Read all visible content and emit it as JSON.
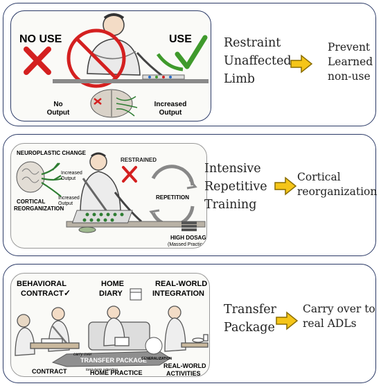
{
  "panels": [
    {
      "illustration": {
        "no_use": "NO USE",
        "use": "USE",
        "no_output_line1": "No",
        "no_output_line2": "Output",
        "increased_output_line1": "Increased",
        "increased_output_line2": "Output"
      },
      "mechanism": [
        "Restraint",
        "Unaffected",
        "Limb"
      ],
      "outcome": [
        "Prevent",
        "Learned",
        "non-use"
      ]
    },
    {
      "illustration": {
        "neuroplastic_change": "NEUROPLASTIC CHANGE",
        "increased_output_a_1": "Increased",
        "increased_output_a_2": "Output",
        "increased_output_b_1": "Increased",
        "increased_output_b_2": "Output",
        "cortical_1": "CORTICAL",
        "cortical_2": "REORGANIZATION",
        "restrained": "RESTRAINED",
        "repetition": "REPETITION",
        "high_dosage": "HIGH DOSAGE",
        "massed_practice": "(Massed Practice)"
      },
      "mechanism": [
        "Intensive",
        "Repetitive",
        "Training"
      ],
      "outcome": [
        "Cortical",
        "reorganization"
      ]
    },
    {
      "illustration": {
        "behavioral": "BEHAVIORAL",
        "contract": "CONTRACT",
        "checkmark": "✓",
        "home": "HOME",
        "diary": "DIARY",
        "real_world": "REAL-WORLD",
        "integration": "INTEGRATION",
        "carry_over": "carry over",
        "transfer_package": "TRANSFER PACKAGE",
        "long_term_retention": "long-term retention",
        "generalization": "GENERALIZATION",
        "contract_footer": "CONTRACT",
        "home_practice_footer": "HOME PRACTICE",
        "real_world_footer_1": "REAL-WORLD",
        "real_world_footer_2": "ACTIVITIES"
      },
      "mechanism": [
        "Transfer",
        "Package"
      ],
      "outcome": [
        "Carry over to",
        "real ADLs"
      ]
    }
  ],
  "colors": {
    "panel_border": "#2b3a67",
    "arrow_fill": "#f5c518",
    "arrow_stroke": "#8a6d00",
    "red_cross": "#d42020",
    "green_check": "#3f9a2c",
    "brain_green": "#2e7d32"
  },
  "icons": [
    "right-arrow-icon",
    "x-mark-icon",
    "check-mark-icon",
    "brain-icon",
    "cycle-arrows-icon",
    "calendar-icon"
  ]
}
